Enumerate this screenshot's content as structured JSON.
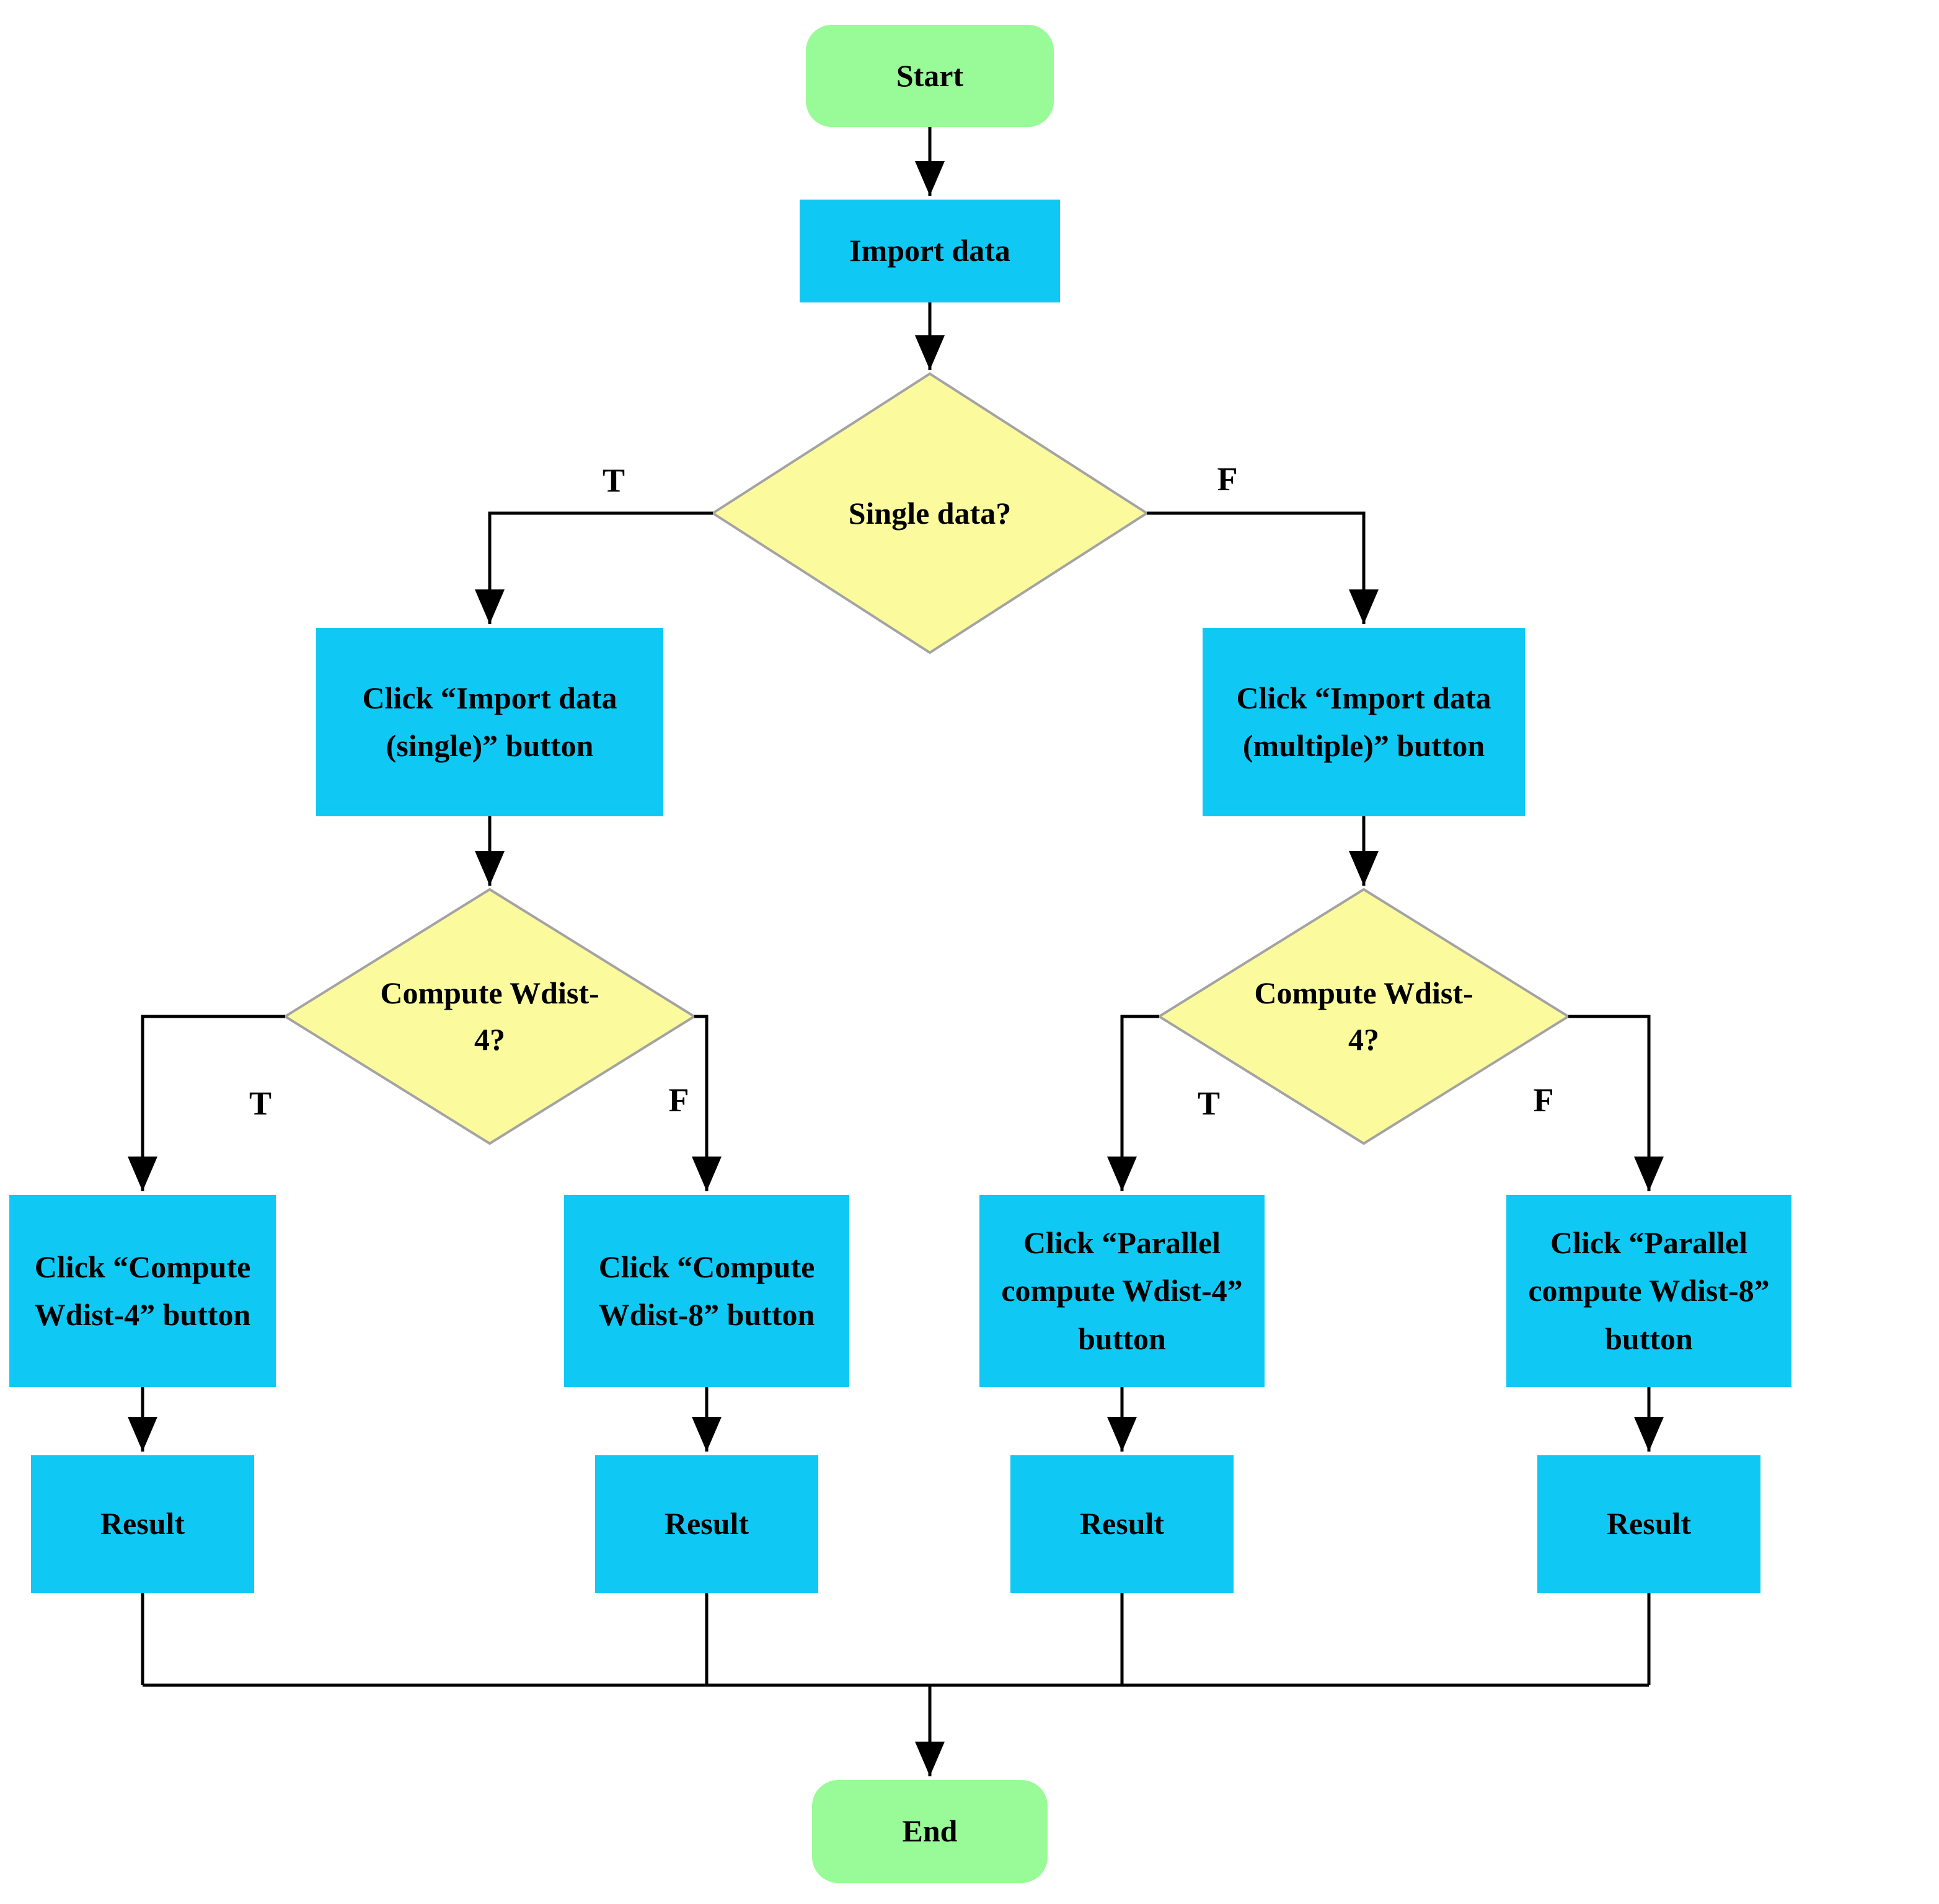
{
  "flowchart": {
    "colors": {
      "terminator_fill": "#98FB98",
      "process_fill": "#0FC9F4",
      "decision_fill": "#FBFB9E",
      "decision_border": "#A3A3A3",
      "connector": "#000000",
      "text": "#000000"
    },
    "nodes": {
      "start": {
        "label": "Start"
      },
      "import_data": {
        "label": "Import data"
      },
      "single_data_decision": {
        "label": "Single data?",
        "true_label": "T",
        "false_label": "F"
      },
      "import_single": {
        "label": "Click “Import data (single)” button"
      },
      "import_multiple": {
        "label": "Click “Import data (multiple)” button"
      },
      "compute_decision_left": {
        "label": "Compute Wdist-4?",
        "true_label": "T",
        "false_label": "F"
      },
      "compute_decision_right": {
        "label": "Compute Wdist-4?",
        "true_label": "T",
        "false_label": "F"
      },
      "compute_wdist4_button": {
        "label": "Click “Compute Wdist-4” button"
      },
      "compute_wdist8_button": {
        "label": "Click “Compute Wdist-8” button"
      },
      "parallel_compute_wdist4_button": {
        "label": "Click “Parallel compute Wdist-4” button"
      },
      "parallel_compute_wdist8_button": {
        "label": "Click “Parallel compute Wdist-8” button"
      },
      "result_1": {
        "label": "Result"
      },
      "result_2": {
        "label": "Result"
      },
      "result_3": {
        "label": "Result"
      },
      "result_4": {
        "label": "Result"
      },
      "end": {
        "label": "End"
      }
    }
  }
}
